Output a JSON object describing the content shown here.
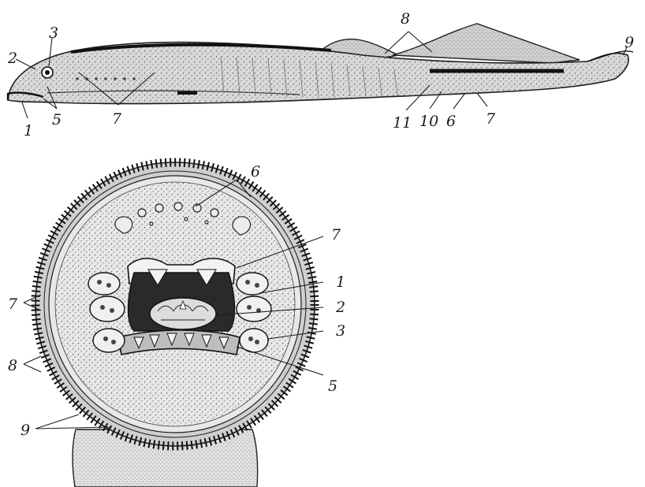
{
  "palette": {
    "paper": "#ffffff",
    "ink": "#1c1c1c",
    "body_fill": "#d9d9d9",
    "disc_fill": "#e4e4e4",
    "cavity": "#2a2a2a"
  },
  "side_view": {
    "labels": [
      "1",
      "2",
      "3",
      "5",
      "7",
      "8",
      "9",
      "11",
      "10",
      "6",
      "7"
    ]
  },
  "mouth_view": {
    "labels_right": [
      "1",
      "2",
      "3",
      "5"
    ],
    "labels_top": [
      "6",
      "7"
    ],
    "labels_left": [
      "7",
      "8",
      "9"
    ]
  }
}
